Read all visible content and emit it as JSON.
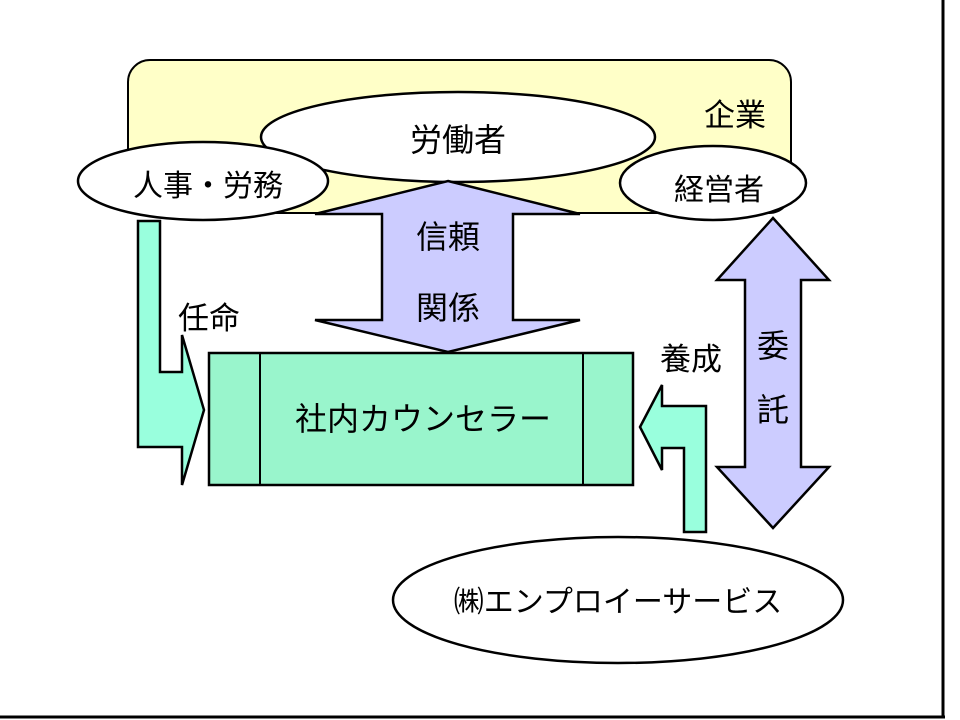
{
  "diagram": {
    "type": "organizational-relationship",
    "colors": {
      "company_box": "#FFFFC8",
      "ellipse_fill": "#FFFFFF",
      "purple_arrow": "#CCCCFF",
      "green_arrow": "#99FFDD",
      "counselor_box": "#99F5CC",
      "outline": "#000000"
    },
    "nodes": {
      "company": {
        "label": "企業"
      },
      "workers": {
        "label": "労働者"
      },
      "hr": {
        "label": "人事・労務"
      },
      "management": {
        "label": "経営者"
      },
      "counselor": {
        "label": "社内カウンセラー"
      },
      "employee_service": {
        "label": "㈱エンプロイーサービス"
      }
    },
    "edges": {
      "trust": {
        "label_line1": "信頼",
        "label_line2": "関係",
        "from": "workers",
        "to": "counselor",
        "direction": "bidirectional"
      },
      "appointment": {
        "label": "任命",
        "from": "hr",
        "to": "counselor",
        "direction": "one-way"
      },
      "training": {
        "label": "養成",
        "from": "employee_service",
        "to": "counselor",
        "direction": "one-way"
      },
      "outsourcing": {
        "label_line1": "委",
        "label_line2": "託",
        "from": "management",
        "to": "employee_service",
        "direction": "bidirectional"
      }
    }
  }
}
